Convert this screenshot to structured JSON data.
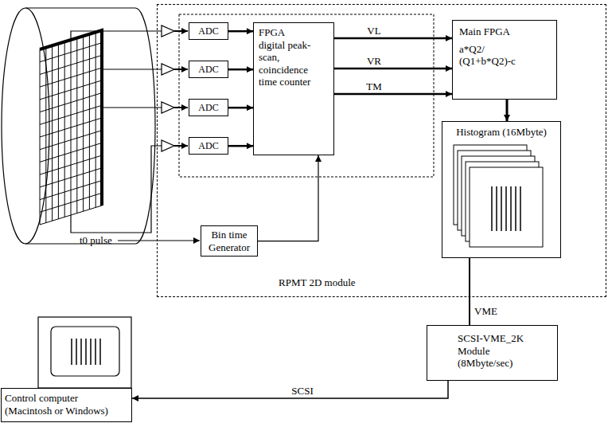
{
  "diagram": {
    "nodes": [
      {
        "text": [
          "RPMT 2D module"
        ]
      },
      {
        "text": [
          "ADC"
        ],
        "in": 0
      },
      {
        "text": [
          "ADC"
        ],
        "in": 0
      },
      {
        "text": [
          "ADC"
        ],
        "in": 0
      },
      {
        "text": [
          "ADC"
        ],
        "in": 0
      },
      {
        "text": [
          "FPGA digital peak-scan, coincidence time counter"
        ],
        "in": 0
      },
      {
        "text": [
          "Main FPGA",
          "a*Q2/ (Q1+b*Q2)-c"
        ],
        "in": 0
      },
      {
        "text": [
          "Histogram (16Mbyte)"
        ],
        "in": 0
      },
      {
        "text": [
          "Bin time Generator"
        ],
        "in": 0
      },
      {
        "text": [
          "SCSI-VME_2K Module (8Mbyte/sec)"
        ]
      },
      {
        "text": [
          "Control computer (Macintosh or Windows)"
        ]
      }
    ],
    "edges": [
      {
        "from": 1,
        "to": 5,
        "arrow": "to"
      },
      {
        "from": 2,
        "to": 5,
        "arrow": "to"
      },
      {
        "from": 3,
        "to": 5,
        "arrow": "to"
      },
      {
        "from": 4,
        "to": 5,
        "arrow": "to"
      },
      {
        "from": 5,
        "to": 6,
        "label": "VL",
        "arrow": "to"
      },
      {
        "from": 5,
        "to": 6,
        "label": "VR",
        "arrow": "to"
      },
      {
        "from": 5,
        "to": 6,
        "label": "TM",
        "arrow": "to"
      },
      {
        "from": 6,
        "to": 7,
        "arrow": "to"
      },
      {
        "from": 8,
        "to": 5,
        "arrow": "to"
      },
      {
        "from": 7,
        "to": 9,
        "label": "VME",
        "arrow": "none"
      },
      {
        "from": 9,
        "to": 10,
        "label": "SCSI",
        "arrow": "to"
      }
    ],
    "labels": [
      "t0 pulse"
    ]
  }
}
